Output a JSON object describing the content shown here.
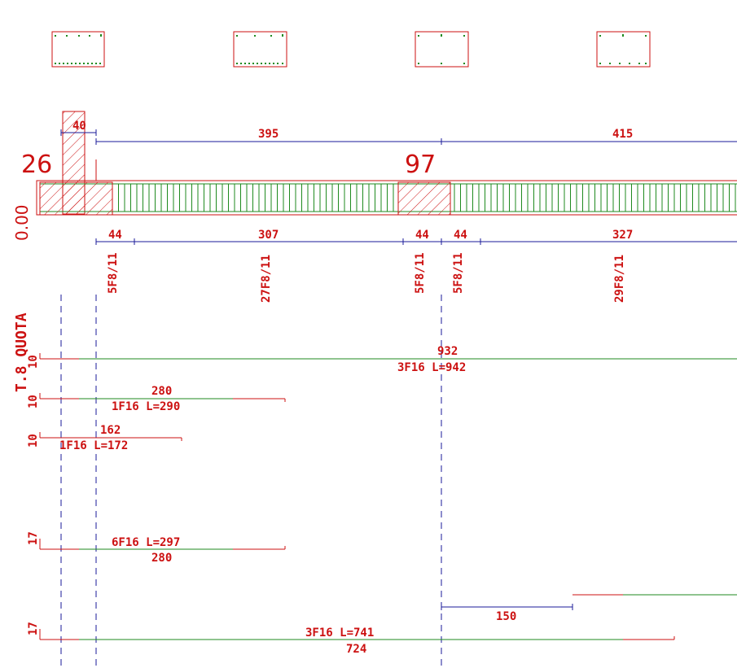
{
  "colors": {
    "red": "#cc1111",
    "blue": "#1a1a99",
    "green": "#1f8a1f",
    "background": "#ffffff"
  },
  "section_labels": {
    "quota": "T.8 QUOTA",
    "level": "0.00"
  },
  "support_widths": {
    "left_column": "26",
    "mid_column": "97"
  },
  "spans_top": {
    "d1": "40",
    "d2": "395",
    "d3": "415"
  },
  "spans_bottom": {
    "d1": "44",
    "d2": "307",
    "d3": "44",
    "d4": "44",
    "d5": "327"
  },
  "stirrups": {
    "s1": "5F8/11",
    "s2": "27F8/11",
    "s3": "5F8/11",
    "s4": "5F8/11",
    "s5": "29F8/11"
  },
  "bars": {
    "b1": {
      "cover": "10",
      "length": "932",
      "desc": "3F16 L=942"
    },
    "b2": {
      "cover": "10",
      "length": "280",
      "desc": "1F16 L=290"
    },
    "b3": {
      "cover": "10",
      "length": "162",
      "desc": "1F16 L=172"
    },
    "b4": {
      "cover": "17",
      "desc": "6F16 L=297",
      "length": "280"
    },
    "b5": {
      "length": "150"
    },
    "b6": {
      "cover": "17",
      "desc": "3F16 L=741",
      "length": "724"
    }
  }
}
